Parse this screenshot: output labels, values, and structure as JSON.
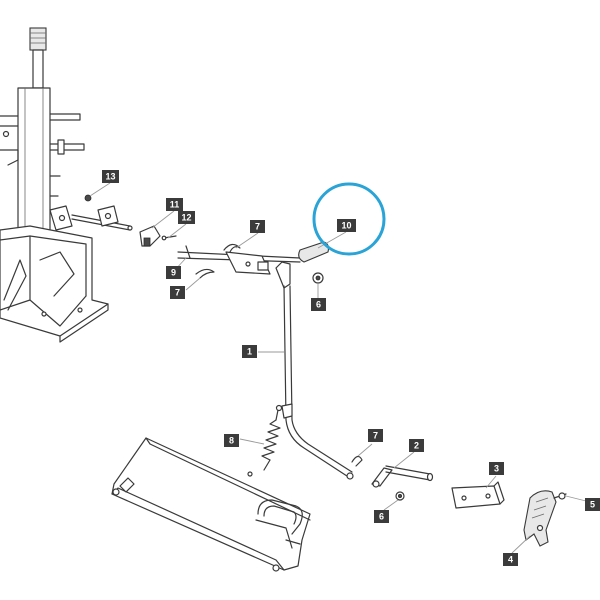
{
  "diagram": {
    "highlight_color": "#2aa3d6",
    "callouts": [
      {
        "id": "c13",
        "label": "13"
      },
      {
        "id": "c11",
        "label": "11"
      },
      {
        "id": "c12",
        "label": "12"
      },
      {
        "id": "c7a",
        "label": "7"
      },
      {
        "id": "c10",
        "label": "10"
      },
      {
        "id": "c9",
        "label": "9"
      },
      {
        "id": "c7b",
        "label": "7"
      },
      {
        "id": "c6a",
        "label": "6"
      },
      {
        "id": "c1",
        "label": "1"
      },
      {
        "id": "c8",
        "label": "8"
      },
      {
        "id": "c7c",
        "label": "7"
      },
      {
        "id": "c2",
        "label": "2"
      },
      {
        "id": "c3",
        "label": "3"
      },
      {
        "id": "c6b",
        "label": "6"
      },
      {
        "id": "c5",
        "label": "5"
      },
      {
        "id": "c4",
        "label": "4"
      }
    ]
  }
}
